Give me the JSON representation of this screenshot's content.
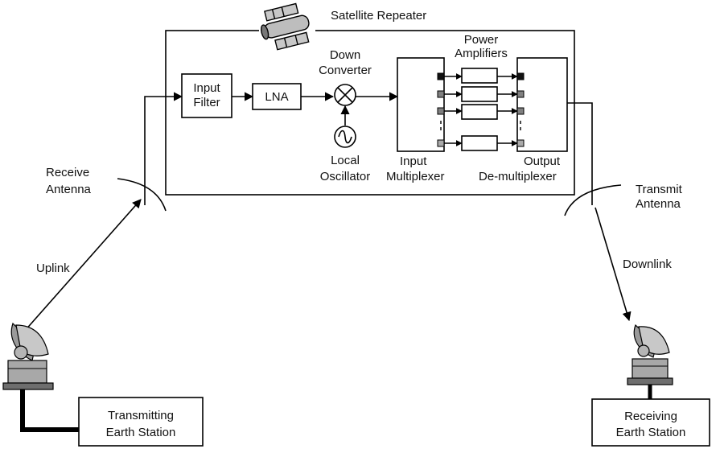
{
  "title": "Satellite Repeater",
  "blocks": {
    "input_filter": [
      "Input",
      "Filter"
    ],
    "lna": "LNA",
    "down_converter": [
      "Down",
      "Converter"
    ],
    "local_oscillator": [
      "Local",
      "Oscillator"
    ],
    "power_amplifiers": [
      "Power",
      "Amplifiers"
    ],
    "input_multiplexer": [
      "Input",
      "Multiplexer"
    ],
    "output_demultiplexer": [
      "Output",
      "De-multiplexer"
    ]
  },
  "antennas": {
    "receive": [
      "Receive",
      "Antenna"
    ],
    "transmit": [
      "Transmit",
      "Antenna"
    ]
  },
  "links": {
    "uplink": "Uplink",
    "downlink": "Downlink"
  },
  "stations": {
    "transmitting": [
      "Transmitting",
      "Earth Station"
    ],
    "receiving": [
      "Receiving",
      "Earth Station"
    ]
  },
  "colors": {
    "line": "#000000",
    "fill": "#ffffff",
    "dish": "#9a9a9a",
    "port_dark": "#111111",
    "port_grey": "#808080"
  }
}
